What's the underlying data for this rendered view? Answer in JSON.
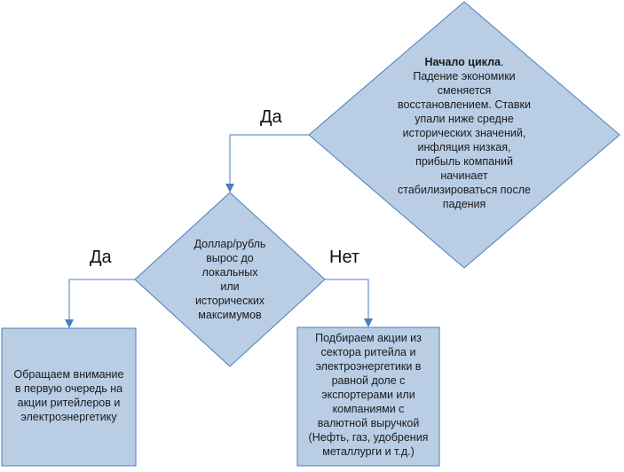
{
  "colors": {
    "shape_fill": "#b9cde5",
    "shape_stroke": "#4a7ebb",
    "arrow": "#4a7ebb"
  },
  "start_diamond": {
    "title": "Начало цикла",
    "title_suffix": ".",
    "lines": [
      "Падение экономики",
      "сменяется",
      "восстановлением.  Ставки",
      "упали ниже средне",
      "исторических значений,",
      "инфляция низкая,",
      "прибыль компаний",
      "начинает",
      "стабилизироваться после",
      "падения"
    ]
  },
  "decision_diamond": {
    "lines": [
      "Доллар/рубль",
      "вырос до",
      "локальных",
      "или",
      "исторических",
      "максимумов"
    ]
  },
  "left_box": {
    "lines": [
      "Обращаем  внимание",
      "в первую очередь на",
      "акции ритейлеров и",
      "электроэнергетику"
    ]
  },
  "right_box": {
    "lines": [
      "Подбираем акции из",
      "сектора  ритейла и",
      "электроэнергетики в",
      "равной доле с",
      "экспортерами или",
      "компаниями с",
      "валютной выручкой",
      "(Нефть, газ, удобрения",
      "металлурги и т.д.)"
    ]
  },
  "edge_labels": {
    "start_to_decision": "Да",
    "decision_to_left": "Да",
    "decision_to_right": "Нет"
  }
}
